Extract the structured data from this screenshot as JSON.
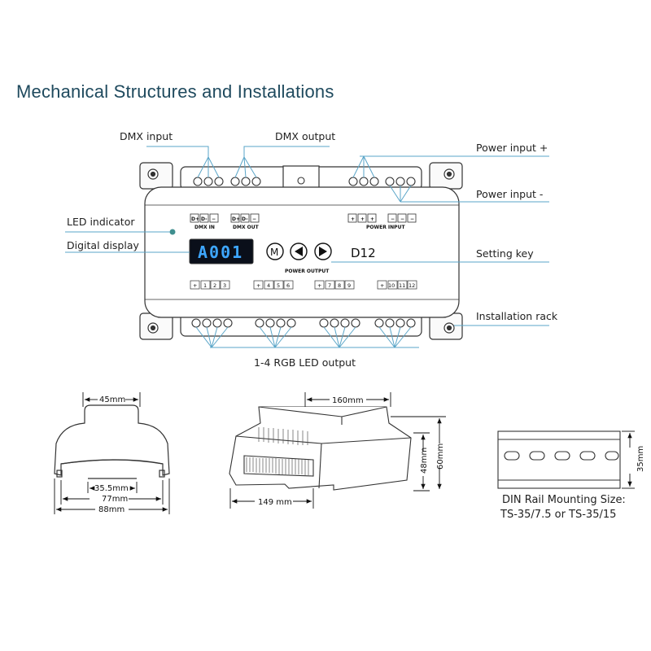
{
  "title": "Mechanical Structures and Installations",
  "callouts": {
    "dmx_input": "DMX input",
    "dmx_output": "DMX output",
    "power_input_plus": "Power input +",
    "power_input_minus": "Power input -",
    "led_indicator": "LED indicator",
    "digital_display": "Digital display",
    "setting_key": "Setting key",
    "installation_rack": "Installation rack",
    "rgb_output": "1-4 RGB LED output"
  },
  "device": {
    "display_text": "A001",
    "model": "D12",
    "button_m": "M",
    "dmx_in_label": "DMX IN",
    "dmx_out_label": "DMX OUT",
    "power_input_label": "POWER INPUT",
    "power_output_label": "POWER OUTPUT",
    "dmx_pins": [
      "D+",
      "D-",
      "−"
    ],
    "power_plus": "+",
    "power_minus": "−",
    "output_groups": [
      {
        "common": "+",
        "channels": [
          "1",
          "2",
          "3"
        ]
      },
      {
        "common": "+",
        "channels": [
          "4",
          "5",
          "6"
        ]
      },
      {
        "common": "+",
        "channels": [
          "7",
          "8",
          "9"
        ]
      },
      {
        "common": "+",
        "channels": [
          "10",
          "11",
          "12"
        ]
      }
    ]
  },
  "dimensions": {
    "side_top_width": "45mm",
    "side_inner": "35.5mm",
    "side_mid": "77mm",
    "side_total": "88mm",
    "perspective_length": "160mm",
    "perspective_width": "149 mm",
    "perspective_h1": "48mm",
    "perspective_h2": "60mm",
    "rail_height": "35mm"
  },
  "din_rail": {
    "line1": "DIN Rail Mounting Size:",
    "line2": "TS-35/7.5 or TS-35/15"
  },
  "colors": {
    "title": "#1f4a5e",
    "callout_line": "#5aa5c8",
    "indicator_led": "#3f8f8f",
    "display_bg": "#0a0f1a",
    "display_text": "#3ea7ff"
  }
}
